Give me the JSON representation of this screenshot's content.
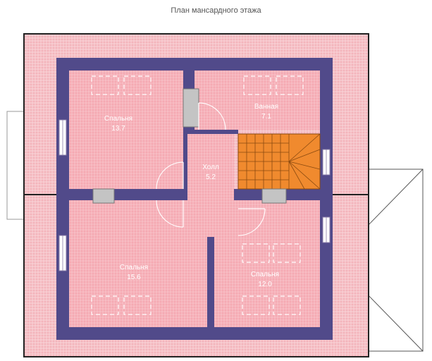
{
  "title": "План мансардного этажа",
  "rooms": [
    {
      "label": "Спальня",
      "area": "13.7"
    },
    {
      "label": "Ванная",
      "area": "7.1"
    },
    {
      "label": "Холл",
      "area": "5.2"
    },
    {
      "label": "Спальня",
      "area": "15.6"
    },
    {
      "label": "Спальня",
      "area": "12.0"
    }
  ],
  "colors": {
    "roof": "#f2b5bc",
    "floor": "#f4a7b0",
    "wall": "#514a8a",
    "stair": "#f08a2e",
    "chimney": "#c4c4c4",
    "outline": "#222222"
  }
}
